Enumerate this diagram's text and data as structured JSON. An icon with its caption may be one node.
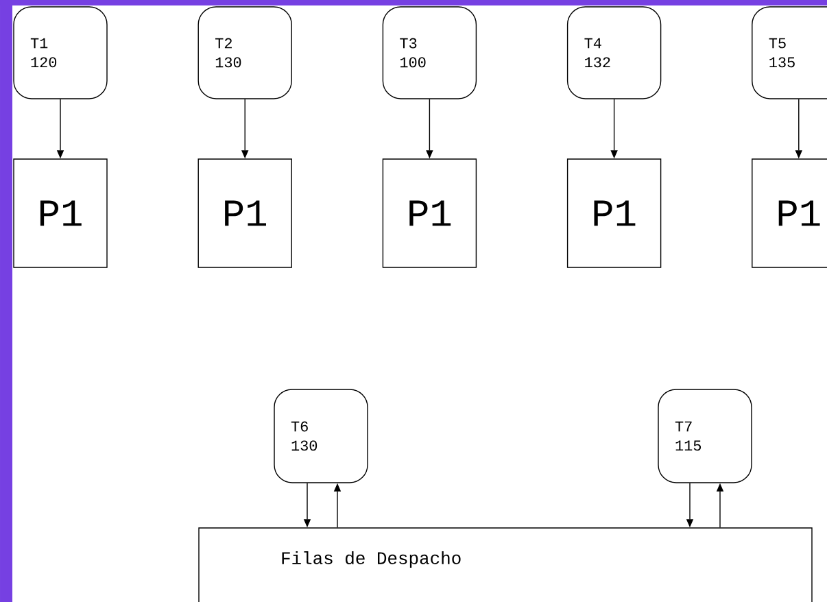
{
  "diagram": {
    "nodes": [
      {
        "text": [
          "T1",
          "120"
        ]
      },
      {
        "text": [
          "T2",
          "130"
        ]
      },
      {
        "text": [
          "T3",
          "100"
        ]
      },
      {
        "text": [
          "T4",
          "132"
        ]
      },
      {
        "text": [
          "T5",
          "135"
        ]
      },
      {
        "text": [
          "P1"
        ]
      },
      {
        "text": [
          "P1"
        ]
      },
      {
        "text": [
          "P1"
        ]
      },
      {
        "text": [
          "P1"
        ]
      },
      {
        "text": [
          "P1"
        ]
      },
      {
        "text": [
          "T6",
          "130"
        ]
      },
      {
        "text": [
          "T7",
          "115"
        ]
      },
      {
        "text": [
          "Filas de Despacho"
        ]
      }
    ],
    "edges": [
      {
        "from": 0,
        "to": 5,
        "arrow": "to"
      },
      {
        "from": 1,
        "to": 6,
        "arrow": "to"
      },
      {
        "from": 2,
        "to": 7,
        "arrow": "to"
      },
      {
        "from": 3,
        "to": 8,
        "arrow": "to"
      },
      {
        "from": 4,
        "to": 9,
        "arrow": "to"
      },
      {
        "from": 10,
        "to": 12,
        "arrow": "to"
      },
      {
        "from": 12,
        "to": 10,
        "arrow": "to"
      },
      {
        "from": 11,
        "to": 12,
        "arrow": "to"
      },
      {
        "from": 12,
        "to": 11,
        "arrow": "to"
      }
    ]
  }
}
